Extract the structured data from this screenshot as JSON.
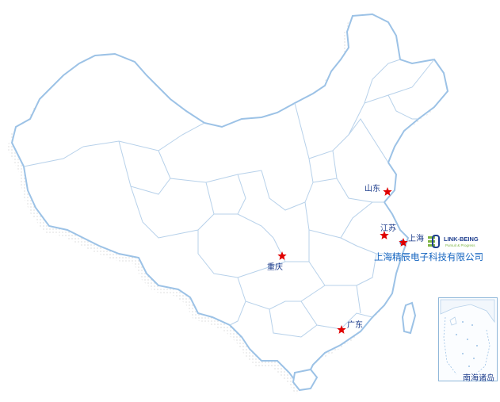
{
  "map": {
    "regions": [
      {
        "id": "shandong",
        "label": "山东"
      },
      {
        "id": "jiangsu",
        "label": "江苏"
      },
      {
        "id": "shanghai",
        "label": "上海"
      },
      {
        "id": "chongqing",
        "label": "重庆"
      },
      {
        "id": "guangdong",
        "label": "广东"
      }
    ],
    "company": {
      "logo_text": "LINK-BEING",
      "logo_tagline": "Pursuit & Progress",
      "name": "上海精辰电子科技有限公司"
    },
    "inset": {
      "label": "南海诸岛"
    },
    "colors": {
      "star": "#e00000",
      "border": "#9cc2e6",
      "label": "#1a3a8a",
      "company": "#1565c0",
      "logo_green": "#7cb342",
      "logo_blue": "#1f3f8f"
    },
    "icons": {
      "marker": "star-icon"
    }
  }
}
